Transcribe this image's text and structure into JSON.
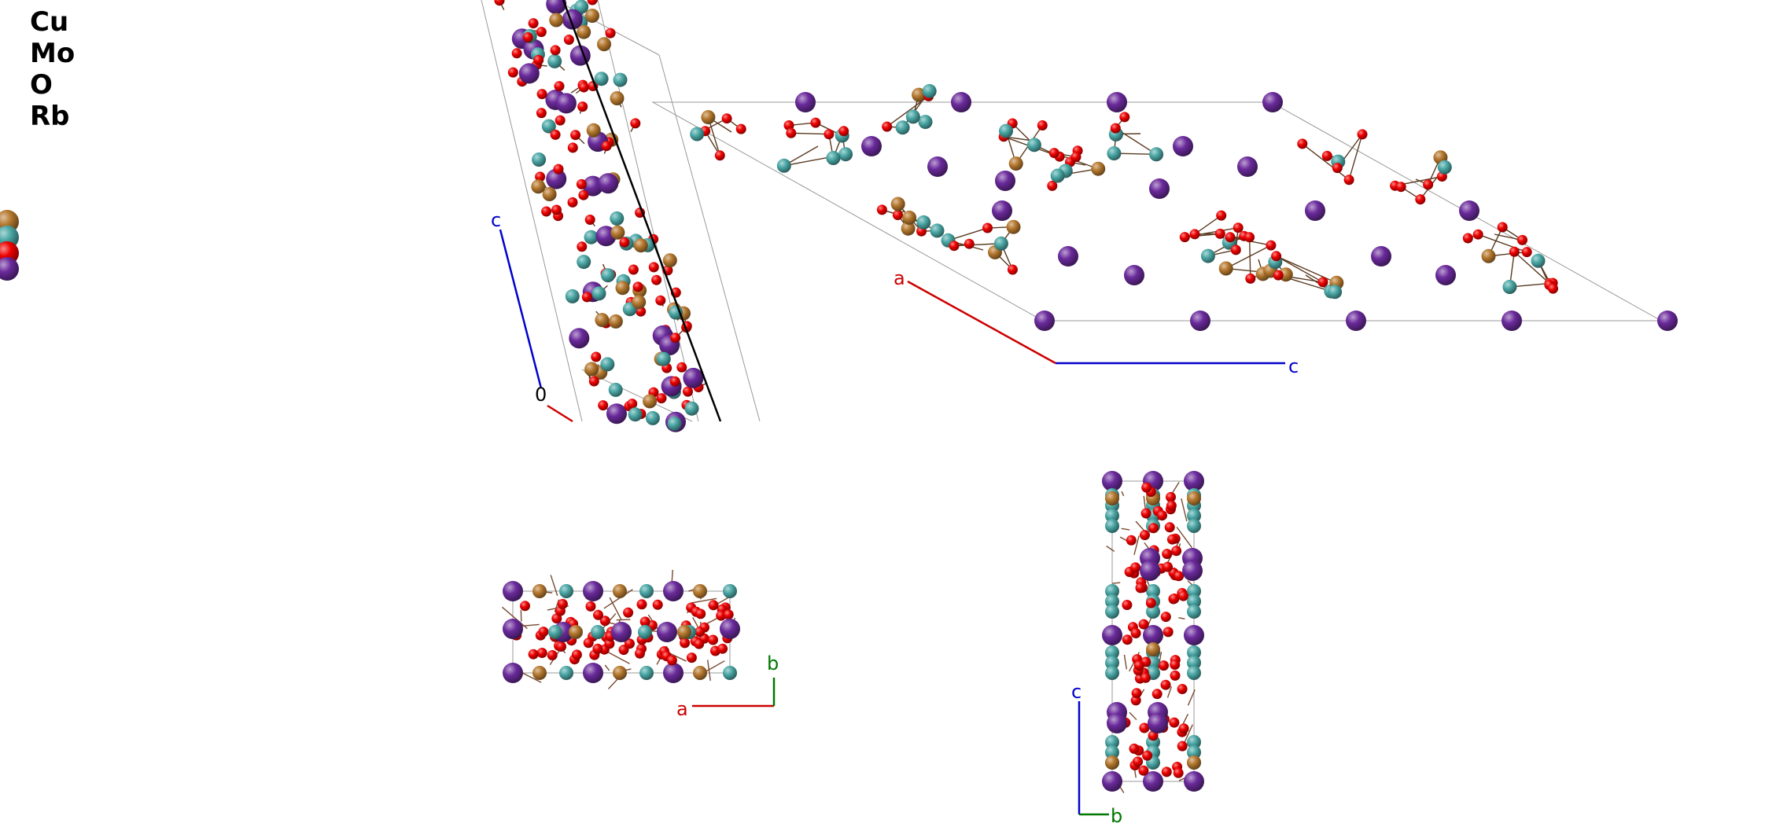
{
  "legend": {
    "elements": [
      {
        "symbol": "Cu",
        "color": "#b5782e"
      },
      {
        "symbol": "Mo",
        "color": "#4aa7a5"
      },
      {
        "symbol": "O",
        "color": "#ee0000"
      },
      {
        "symbol": "Rb",
        "color": "#6a2a9b"
      }
    ]
  },
  "views": [
    {
      "name": "perspective-view",
      "axes": [
        "c",
        "0"
      ]
    },
    {
      "name": "view-along-b",
      "axes": [
        "a",
        "c"
      ]
    },
    {
      "name": "view-along-c",
      "axes": [
        "a",
        "b"
      ]
    },
    {
      "name": "view-along-a",
      "axes": [
        "c",
        "b"
      ]
    }
  ],
  "axis_colors": {
    "a": "#cc0000",
    "b": "#007700",
    "c": "#0000cc",
    "origin": "#000000"
  }
}
